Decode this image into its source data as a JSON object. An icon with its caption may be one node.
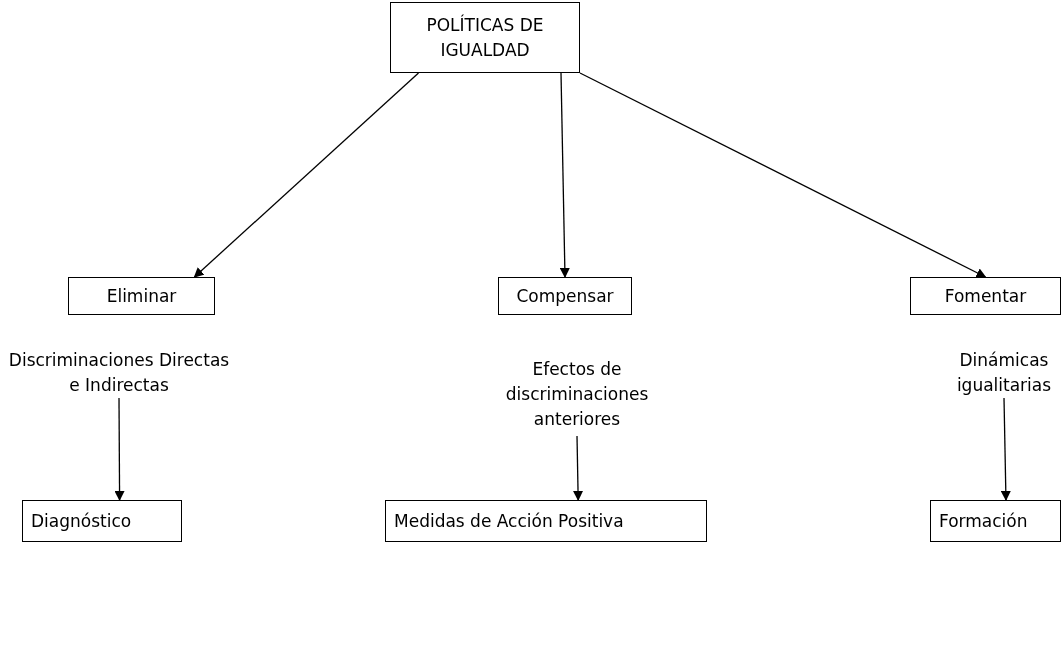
{
  "diagram": {
    "nodes": [
      {
        "text": [
          "POLÍTICAS DE IGUALDAD"
        ]
      },
      {
        "text": [
          "Eliminar"
        ]
      },
      {
        "text": [
          "Compensar"
        ]
      },
      {
        "text": [
          "Fomentar"
        ]
      },
      {
        "text": [
          "Discriminaciones Directas e Indirectas"
        ]
      },
      {
        "text": [
          "Efectos de discriminaciones anteriores"
        ]
      },
      {
        "text": [
          "Dinámicas igualitarias"
        ]
      },
      {
        "text": [
          "Diagnóstico"
        ]
      },
      {
        "text": [
          "Medidas de Acción Positiva"
        ]
      },
      {
        "text": [
          "Formación"
        ]
      }
    ],
    "edges": [
      {
        "from": 0,
        "to": 1,
        "arrow": "to"
      },
      {
        "from": 0,
        "to": 2,
        "arrow": "to"
      },
      {
        "from": 0,
        "to": 3,
        "arrow": "to"
      },
      {
        "from": 4,
        "to": 7,
        "arrow": "to"
      },
      {
        "from": 5,
        "to": 8,
        "arrow": "to"
      },
      {
        "from": 6,
        "to": 9,
        "arrow": "to"
      }
    ]
  }
}
